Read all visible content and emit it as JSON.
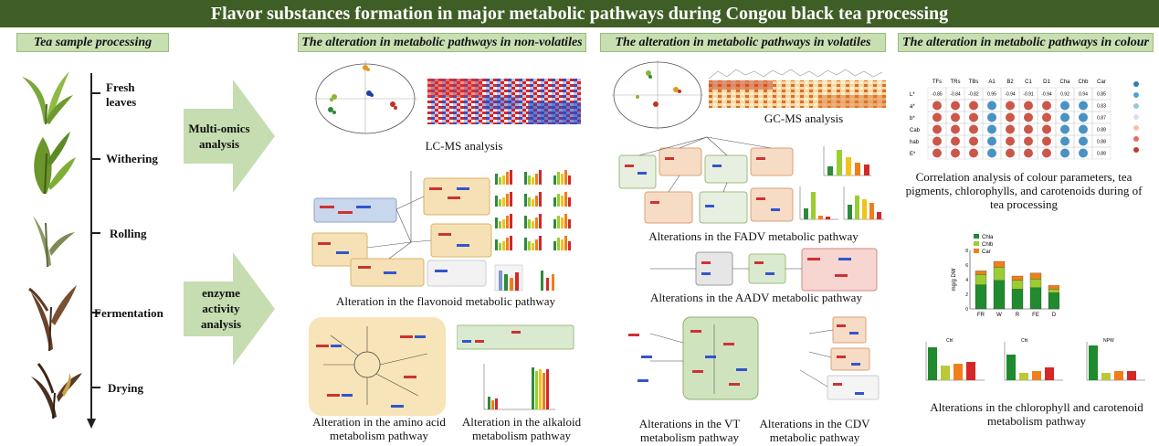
{
  "title": "Flavor substances formation in major metabolic pathways during Congou black tea processing",
  "sections": {
    "sample": "Tea sample processing",
    "nonvol": "The alteration in metabolic pathways in non-volatiles",
    "vol": "The alteration in metabolic pathways in volatiles",
    "colour": "The alteration in metabolic pathways in colour"
  },
  "stages": [
    "Fresh leaves",
    "Withering",
    "Rolling",
    "Fermentation",
    "Drying"
  ],
  "arrows": {
    "multiomics": "Multi-omics analysis",
    "enzyme": "enzyme activity analysis"
  },
  "captions": {
    "lcms": "LC-MS analysis",
    "flavonoid": "Alteration in the flavonoid metabolic pathway",
    "amino": "Alteration in the amino acid metabolism pathway",
    "alkaloid": "Alteration in the alkaloid metabolism pathway",
    "gcms": "GC-MS analysis",
    "fadv": "Alterations in the FADV metabolic pathway",
    "aadv": "Alterations in the AADV metabolic pathway",
    "vt": "Alterations in the VT metabolism pathway",
    "cdv": "Alterations in the CDV metabolic pathway",
    "correlation": "Correlation analysis of colour parameters, tea pigments, chlorophylls, and carotenoids during of tea processing",
    "chlorophyll": "Alterations in the chlorophyll and carotenoid metabolism pathway"
  },
  "colours": {
    "banner": "#3e5e25",
    "header": "#c8dfb2",
    "arrow": "#c5ddb0",
    "leafGreen": "#6d9a2e",
    "leafBrown": "#5b3a22"
  },
  "correlation": {
    "cols": [
      "TFs",
      "TRs",
      "TBs",
      "A1",
      "B2",
      "C1",
      "D1",
      "Cha",
      "Chb",
      "Car"
    ],
    "rows": [
      "L*",
      "a*",
      "b*",
      "Cab",
      "hab",
      "E*"
    ],
    "firstRow": [
      "-0.85",
      "-0.84",
      "-0.82",
      "0.95",
      "-0.94",
      "-0.91",
      "-0.94",
      "0.92",
      "0.94",
      "0.85"
    ],
    "lastCol": [
      "0.85",
      "0.83",
      "0.87",
      "0.88",
      "0.88",
      "0.88"
    ]
  },
  "stackedBar": {
    "legend": [
      "Chla",
      "Chlb",
      "Car"
    ],
    "ylabel": "mg/g DW",
    "yticks": [
      "0",
      "2",
      "4",
      "6",
      "8"
    ],
    "categories": [
      "FR",
      "W",
      "R",
      "FE",
      "D"
    ],
    "chla": [
      3.3,
      3.9,
      2.7,
      2.9,
      2.2
    ],
    "chlb": [
      1.4,
      1.8,
      1.2,
      1.2,
      0.5
    ],
    "car": [
      0.5,
      0.8,
      0.6,
      0.8,
      0.5
    ]
  },
  "miniCharts": {
    "titles": [
      "Chl",
      "Chl",
      "NPW"
    ]
  }
}
